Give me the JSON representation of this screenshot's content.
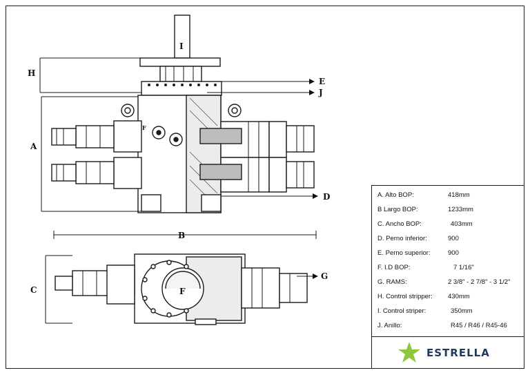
{
  "dimension_labels": {
    "A": "A",
    "B": "B",
    "C": "C",
    "D": "D",
    "E": "E",
    "F_top": "F",
    "F": "F",
    "G": "G",
    "H": "H",
    "I": "I",
    "J": "J"
  },
  "specs": [
    {
      "label": "A. Alto BOP:",
      "value": "418mm"
    },
    {
      "label": "B Largo BOP:",
      "value": "1233mm"
    },
    {
      "label": "C. Ancho BOP:",
      "value": "403mm"
    },
    {
      "label": "D. Perno inferior:",
      "value": "900"
    },
    {
      "label": "E. Perno superior:",
      "value": "900"
    },
    {
      "label": "F. I.D BOP:",
      "value": "7 1/16\""
    },
    {
      "label": "G. RAMS:",
      "value": "2 3/8\" - 2 7/8\" - 3 1/2\""
    },
    {
      "label": "H. Control stripper:",
      "value": "430mm"
    },
    {
      "label": "I. Control striper:",
      "value": "350mm"
    },
    {
      "label": "J. Anillo:",
      "value": "R45 / R46 / R45-46"
    }
  ],
  "logo": {
    "text": "ESTRELLA",
    "star_color": "#8dc63f",
    "text_color": "#1d3a5c",
    "icon": "star-icon"
  }
}
